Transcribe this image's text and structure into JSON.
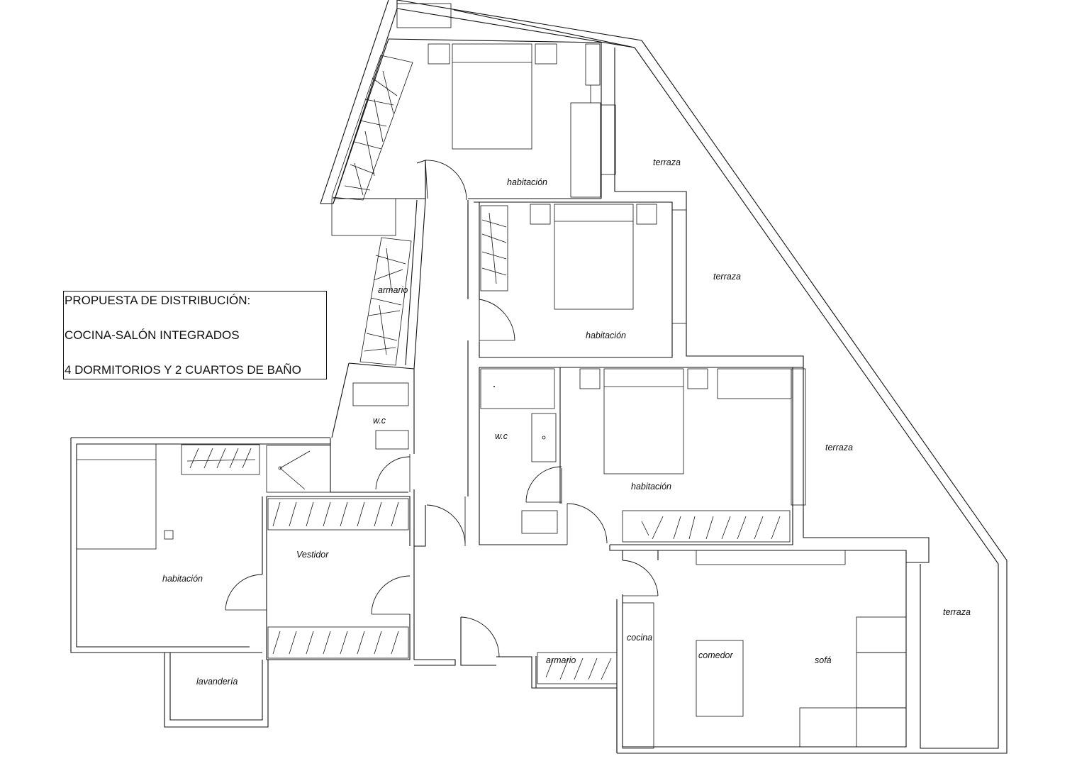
{
  "legend": {
    "title": "PROPUESTA DE DISTRIBUCIÓN:",
    "line1": "COCINA-SALÓN INTEGRADOS",
    "line2": "4 DORMITORIOS Y 2 CUARTOS DE BAÑO"
  },
  "rooms": {
    "bedroom_top": "habitación",
    "bedroom_upper_right": "habitación",
    "bedroom_middle_right": "habitación",
    "bedroom_left": "habitación",
    "terrace_1": "terraza",
    "terrace_2": "terraza",
    "terrace_3": "terraza",
    "terrace_4": "terraza",
    "wardrobe_corridor": "armario",
    "wardrobe_hall": "armario",
    "wc_left": "w.c",
    "wc_right": "w.c",
    "dressing_room": "Vestidor",
    "laundry": "lavandería",
    "kitchen": "cocina",
    "dining": "comedor",
    "sofa": "sofá"
  }
}
